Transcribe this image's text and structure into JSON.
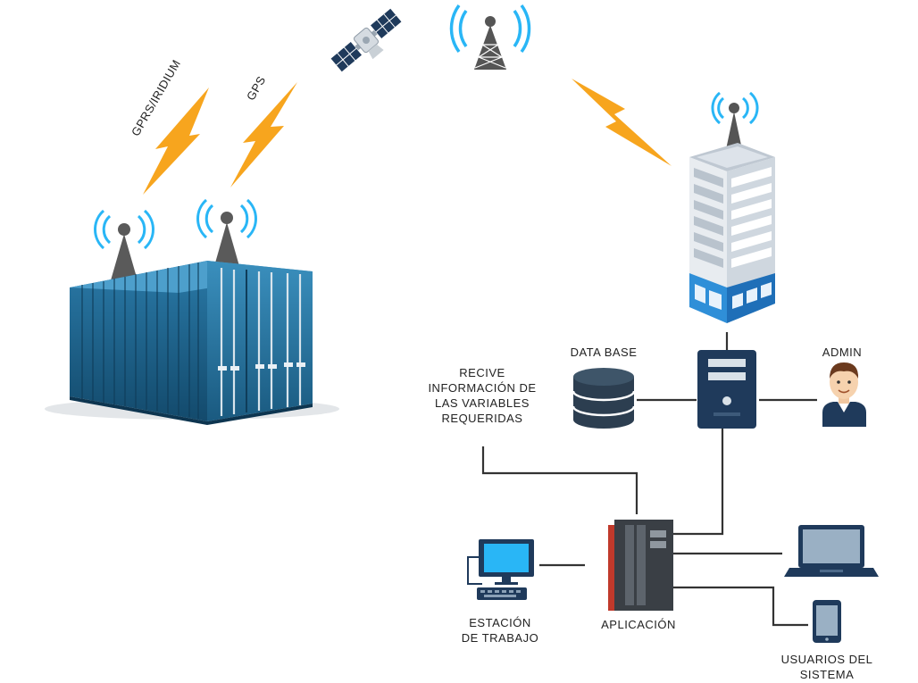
{
  "labels": {
    "gprs": "GPRS/IRIDIUM",
    "gps": "GPS",
    "database": "DATA BASE",
    "admin": "ADMIN",
    "receive": [
      "RECIVE",
      "INFORMACIÓN DE",
      "LAS VARIABLES",
      "REQUERIDAS"
    ],
    "workstation": [
      "ESTACIÓN",
      "DE TRABAJO"
    ],
    "application": "APLICACIÓN",
    "users": [
      "USUARIOS DEL",
      "SISTEMA"
    ]
  },
  "nodes": [
    "shipping-container",
    "satellite",
    "cell-tower",
    "office-building",
    "server",
    "database",
    "admin-user",
    "application-server",
    "workstation",
    "laptop",
    "mobile-phone"
  ],
  "colors": {
    "container": "#1e5f86",
    "lightning": "#f7a51e",
    "signal": "#29b6f6",
    "dark_navy": "#1f3a5b",
    "lines": "#3a3a3a",
    "building_blue": "#2f8fd8"
  }
}
